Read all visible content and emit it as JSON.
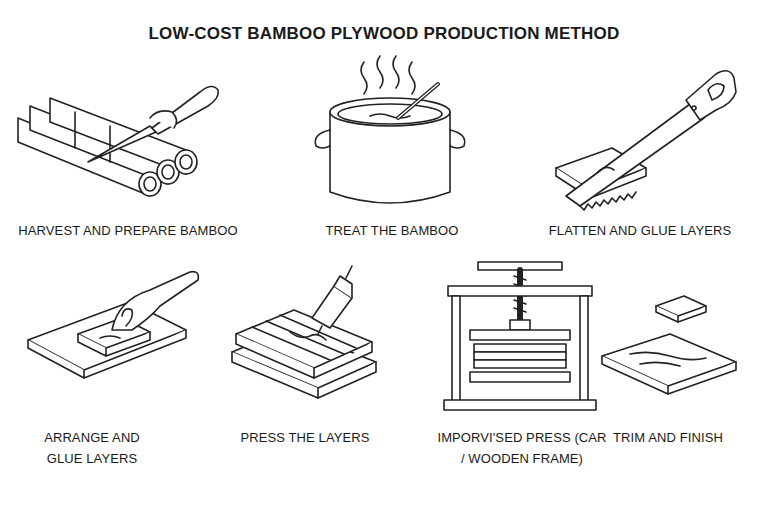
{
  "diagram": {
    "title": "LOW-COST BAMBOO PLYWOOD PRODUCTION METHOD",
    "labels": [
      "HARVEST AND PREPARE BAMBOO",
      "TREAT THE BAMBOO",
      "FLATTEN AND GLUE LAYERS",
      "ARRANGE AND GLUE LAYERS",
      "PRESS THE LAYERS",
      "IMPORVI'SED PRESS (CAR / WOODEN FRAME)",
      "TRIM AND FINISH"
    ]
  }
}
